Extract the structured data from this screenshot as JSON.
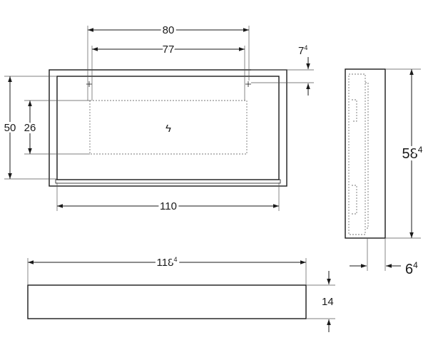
{
  "front_view": {
    "dim_80": "80",
    "dim_77": "77",
    "dim_7": "7",
    "dim_7_sup": "4",
    "dim_50": "50",
    "dim_26": "26",
    "dim_110": "110"
  },
  "side_view": {
    "dim_58": "58",
    "dim_58_sup": "4",
    "dim_6": "6",
    "dim_6_sup": "4"
  },
  "top_view": {
    "dim_118": "118",
    "dim_118_sup": "4",
    "dim_14": "14"
  }
}
